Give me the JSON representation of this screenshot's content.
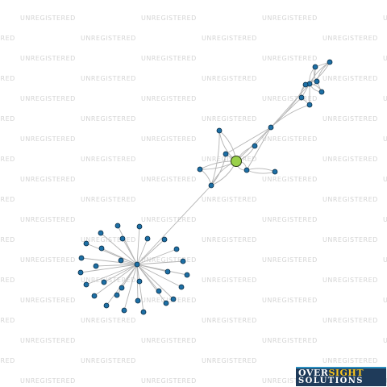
{
  "watermark": {
    "text": "UNREGISTERED",
    "color": "#d4d4d4"
  },
  "brand": {
    "part1": "OVER",
    "part2": "SIGHT",
    "line2": "SOLUTIONS",
    "bg_color": "#1f3b5a",
    "accent_color": "#f6c21c"
  },
  "graph": {
    "edge_color": "#b4b4b4",
    "node_color": "#1d6fa5",
    "focus_node_color": "#9ad14a",
    "focus_node": "main-entity",
    "node_count": 51
  }
}
